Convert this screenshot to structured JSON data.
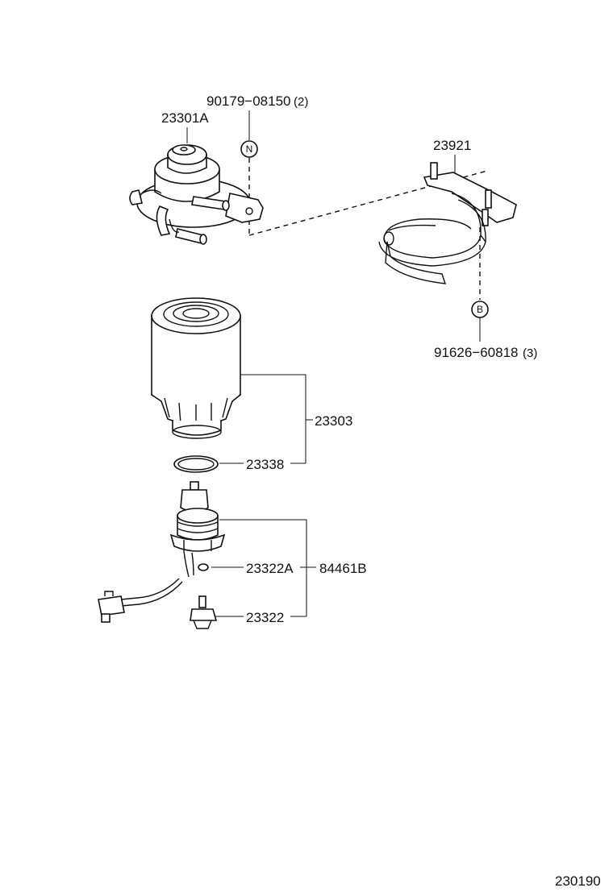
{
  "labels": {
    "bolt_n": "90179−08150",
    "bolt_n_qty": "(2)",
    "filter_head": "23301A",
    "bracket": "23921",
    "bolt_b": "91626−60818",
    "bolt_b_qty": "(3)",
    "element": "23303",
    "gasket": "23338",
    "oring": "23322A",
    "sensor_kit": "84461B",
    "drain_plug": "23322"
  },
  "markers": {
    "n": "N",
    "b": "B"
  },
  "diagram_code": "230190"
}
